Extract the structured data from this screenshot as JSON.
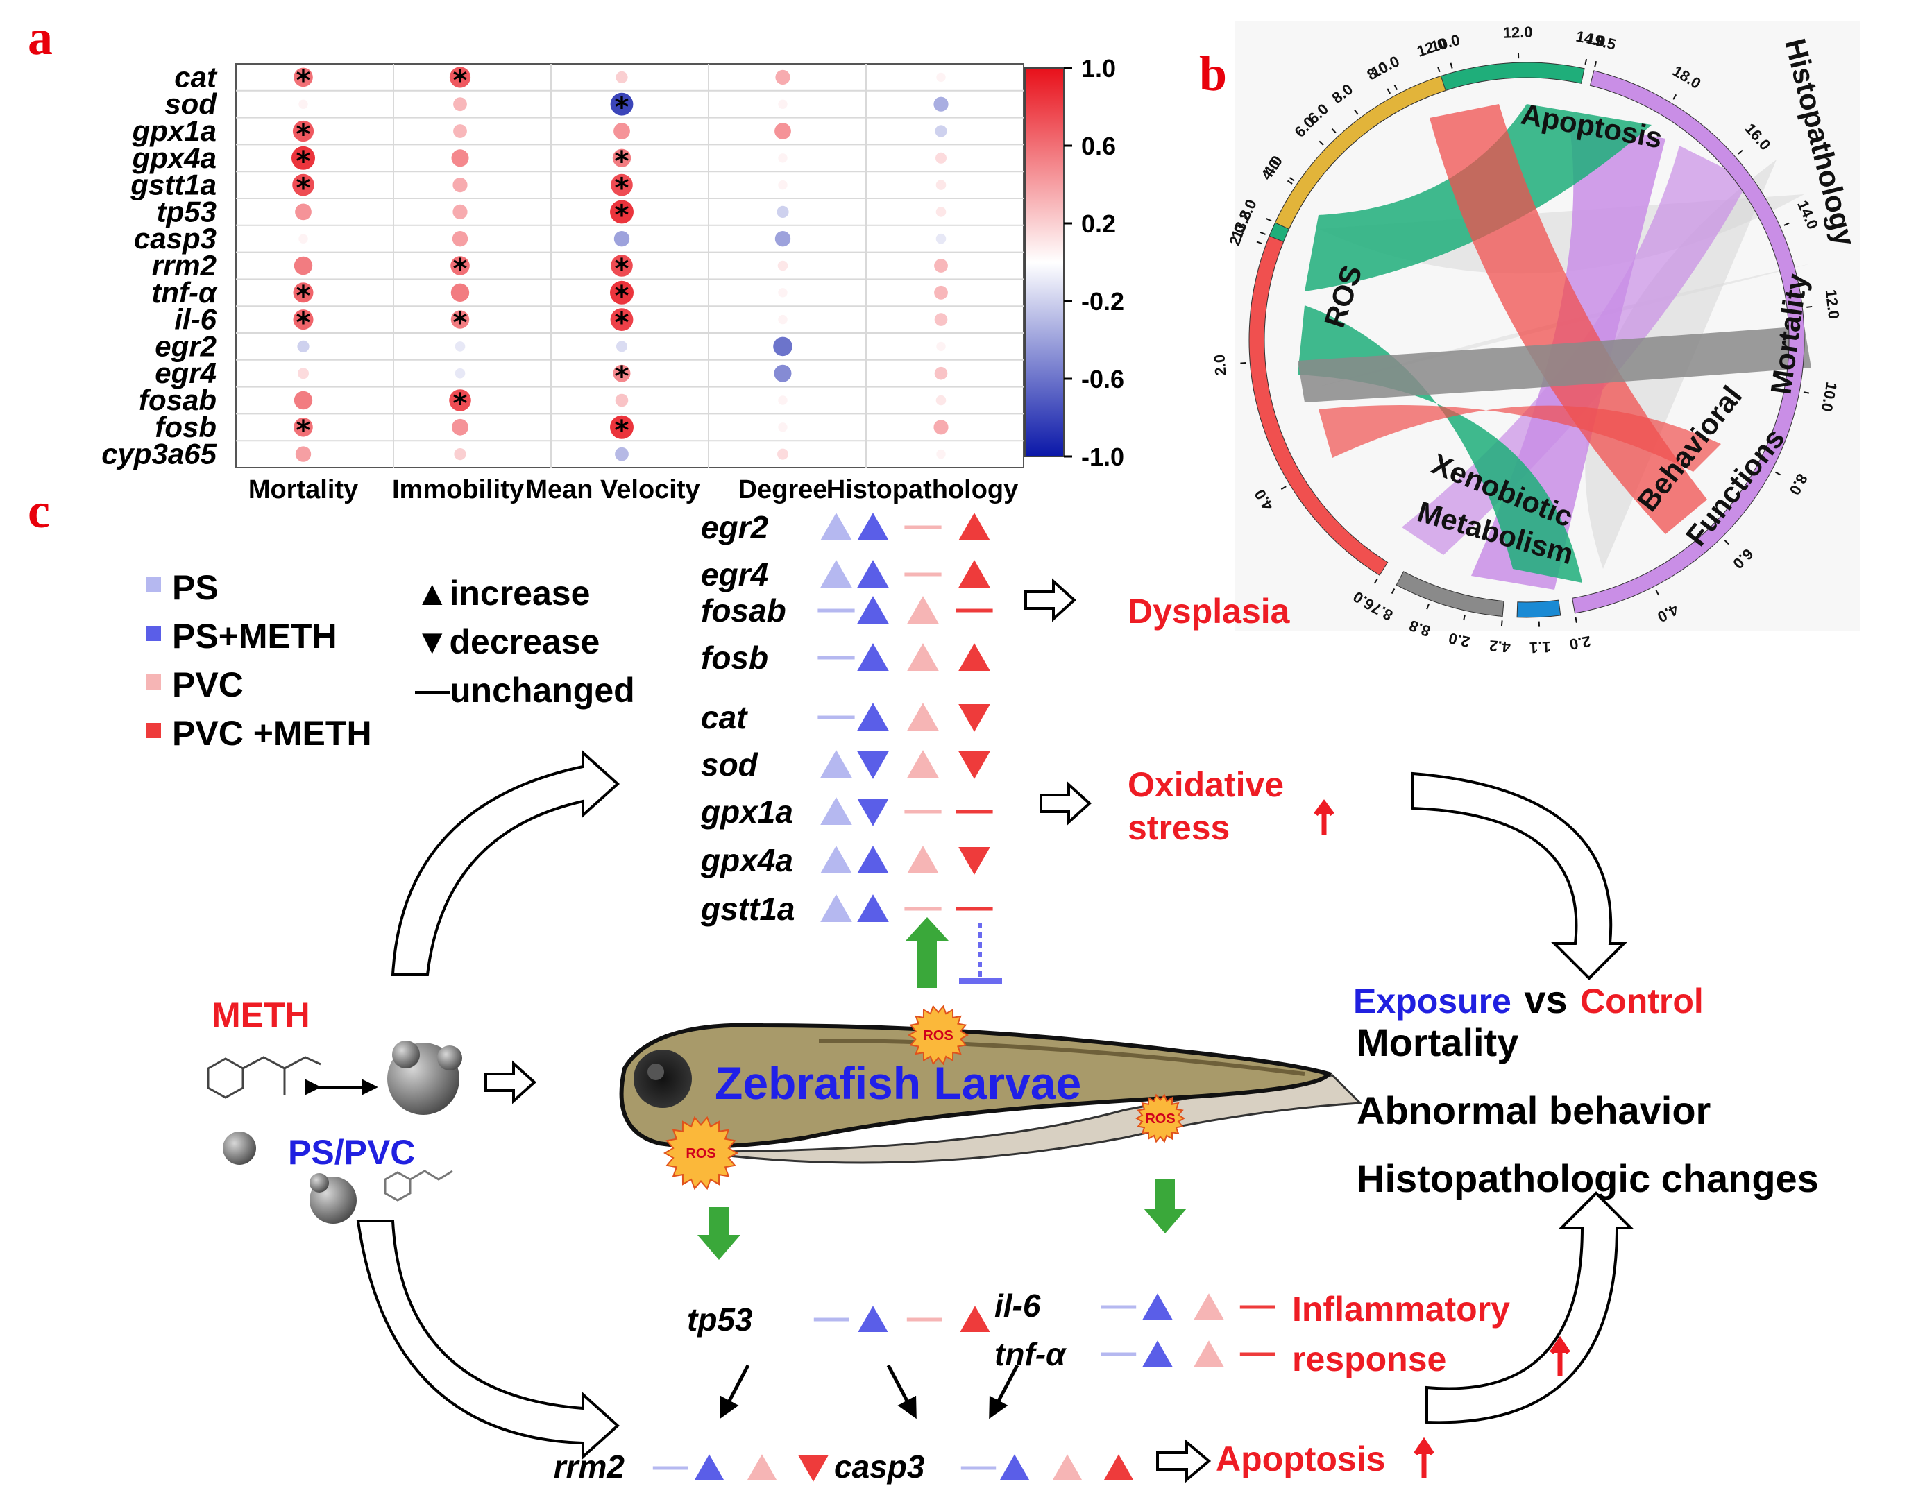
{
  "panels": {
    "a": "a",
    "b": "b",
    "c": "c"
  },
  "panel_a": {
    "genes": [
      "cat",
      "sod",
      "gpx1a",
      "gpx4a",
      "gstt1a",
      "tp53",
      "casp3",
      "rrm2",
      "tnf-α",
      "il-6",
      "egr2",
      "egr4",
      "fosab",
      "fosb",
      "cyp3a65"
    ],
    "columns": [
      "Mortality",
      "Immobility",
      "Mean Velocity",
      "Degree",
      "Histopathology"
    ],
    "colorbar_ticks": [
      "1.0",
      "0.6",
      "0.2",
      "-0.2",
      "-0.6",
      "-1.0"
    ],
    "star": "*"
  },
  "chart_data": {
    "type": "heatmap",
    "rows": [
      "cat",
      "sod",
      "gpx1a",
      "gpx4a",
      "gstt1a",
      "tp53",
      "casp3",
      "rrm2",
      "tnf-α",
      "il-6",
      "egr2",
      "egr4",
      "fosab",
      "fosb",
      "cyp3a65"
    ],
    "columns": [
      "Mortality",
      "Immobility",
      "Mean Velocity",
      "Degree",
      "Histopathology"
    ],
    "values": [
      [
        0.6,
        0.7,
        0.2,
        0.35,
        0.05
      ],
      [
        0.05,
        0.3,
        -0.8,
        0.05,
        -0.35
      ],
      [
        0.7,
        0.3,
        0.45,
        0.45,
        -0.2
      ],
      [
        0.85,
        0.5,
        0.55,
        0.05,
        0.15
      ],
      [
        0.75,
        0.35,
        0.75,
        0.05,
        0.1
      ],
      [
        0.45,
        0.35,
        0.85,
        -0.2,
        0.1
      ],
      [
        0.05,
        0.4,
        -0.4,
        -0.4,
        -0.1
      ],
      [
        0.55,
        0.6,
        0.75,
        0.1,
        0.3
      ],
      [
        0.65,
        0.55,
        0.85,
        0.05,
        0.3
      ],
      [
        0.65,
        0.55,
        0.8,
        0.05,
        0.25
      ],
      [
        -0.2,
        -0.1,
        -0.15,
        -0.6,
        0.05
      ],
      [
        0.15,
        -0.1,
        0.5,
        -0.5,
        0.25
      ],
      [
        0.55,
        0.75,
        0.25,
        0.05,
        0.1
      ],
      [
        0.6,
        0.45,
        0.85,
        0.05,
        0.35
      ],
      [
        0.4,
        0.2,
        -0.3,
        0.15,
        0.05
      ]
    ],
    "significant": [
      [
        true,
        true,
        false,
        false,
        false
      ],
      [
        false,
        false,
        true,
        false,
        false
      ],
      [
        true,
        false,
        false,
        false,
        false
      ],
      [
        true,
        false,
        true,
        false,
        false
      ],
      [
        true,
        false,
        true,
        false,
        false
      ],
      [
        false,
        false,
        true,
        false,
        false
      ],
      [
        false,
        false,
        false,
        false,
        false
      ],
      [
        false,
        true,
        true,
        false,
        false
      ],
      [
        true,
        false,
        true,
        false,
        false
      ],
      [
        true,
        true,
        true,
        false,
        false
      ],
      [
        false,
        false,
        false,
        false,
        false
      ],
      [
        false,
        false,
        true,
        false,
        false
      ],
      [
        false,
        true,
        false,
        false,
        false
      ],
      [
        true,
        false,
        true,
        false,
        false
      ],
      [
        false,
        false,
        false,
        false,
        false
      ]
    ],
    "color_range": [
      -1.0,
      1.0
    ],
    "colors": {
      "negative": "#0a17a8",
      "zero": "#ffffff",
      "positive": "#e8101a"
    }
  },
  "panel_b": {
    "sectors": [
      {
        "name": "ROS",
        "color": "#1fae7a",
        "ticks": [
          "2.0",
          "4.0",
          "6.0",
          "8.0",
          "10.0",
          "12.0",
          "14.0"
        ]
      },
      {
        "name": "Apoptosis",
        "color": "#c98ee6",
        "ticks": [
          "19.5",
          "18.0",
          "16.0",
          "14.0",
          "12.0",
          "10.0",
          "8.0",
          "6.0",
          "4.0",
          "2.0"
        ]
      },
      {
        "name": "Histopathology",
        "color": "#1a8ad4",
        "ticks": [
          "1.1"
        ]
      },
      {
        "name": "Mortality",
        "color": "#8a8a8a",
        "ticks": [
          "4.2",
          "2.0",
          "8.8",
          "8.7"
        ]
      },
      {
        "name": "Behavioral Functions",
        "color": "#f0504f",
        "ticks": [
          "6.0",
          "4.0",
          "2.0",
          "13.8"
        ]
      },
      {
        "name": "Xenobiotic Metabolism",
        "color": "#e2b43a",
        "ticks": [
          "2.0",
          "4.0",
          "6.0",
          "8.0",
          "10.0",
          "12.0"
        ]
      }
    ],
    "label_apoptosis": "Apoptosis",
    "label_histopathology": "Histopathology",
    "label_mortality": "Mortality",
    "label_ros": "ROS",
    "label_behavioral": "Behavioral",
    "label_functions": "Functions",
    "label_xenobiotic": "Xenobiotic",
    "label_metabolism": "Metabolism"
  },
  "panel_c": {
    "legend": {
      "groups": [
        {
          "label": "PS",
          "color": "#b5b8f0"
        },
        {
          "label": "PS+METH",
          "color": "#5a5ee8"
        },
        {
          "label": "PVC",
          "color": "#f6b5b5"
        },
        {
          "label": "PVC +METH",
          "color": "#ee3b3b"
        }
      ],
      "increase": "▲increase",
      "decrease": "▼decrease",
      "unchanged": "—unchanged"
    },
    "top_genes": [
      {
        "gene": "egr2",
        "marks": [
          "up",
          "up",
          "flat",
          "up"
        ]
      },
      {
        "gene": "egr4",
        "marks": [
          "up",
          "up",
          "flat",
          "up"
        ]
      },
      {
        "gene": "fosab",
        "marks": [
          "flat",
          "up",
          "up",
          "flat"
        ]
      },
      {
        "gene": "fosb",
        "marks": [
          "flat",
          "up",
          "up",
          "up"
        ]
      },
      {
        "gene": "cat",
        "marks": [
          "flat",
          "up",
          "up",
          "down"
        ]
      },
      {
        "gene": "sod",
        "marks": [
          "up",
          "down",
          "up",
          "down"
        ]
      },
      {
        "gene": "gpx1a",
        "marks": [
          "up",
          "down",
          "flat",
          "flat"
        ]
      },
      {
        "gene": "gpx4a",
        "marks": [
          "up",
          "up",
          "up",
          "down"
        ]
      },
      {
        "gene": "gstt1a",
        "marks": [
          "up",
          "up",
          "flat",
          "flat"
        ]
      }
    ],
    "dysplasia": "Dysplasia",
    "oxidative_1": "Oxidative",
    "oxidative_2": "stress",
    "exposure": "Exposure",
    "vs": "vs",
    "control": "Control",
    "outcomes": [
      "Mortality",
      "Abnormal behavior",
      "Histopathologic changes"
    ],
    "meth": "METH",
    "ps_pvc": "PS/PVC",
    "zebrafish": "Zebrafish Larvae",
    "ros": "ROS",
    "tp53": {
      "gene": "tp53",
      "marks": [
        "flat",
        "up",
        "flat",
        "up"
      ]
    },
    "il6": {
      "gene": "il-6",
      "marks": [
        "flat",
        "up",
        "up",
        "flat"
      ]
    },
    "tnfa": {
      "gene": "tnf-α",
      "marks": [
        "flat",
        "up",
        "up",
        "flat"
      ]
    },
    "inflammatory_1": "Inflammatory",
    "inflammatory_2": "response",
    "rrm2": {
      "gene": "rrm2",
      "marks": [
        "flat",
        "up",
        "up",
        "down"
      ]
    },
    "casp3": {
      "gene": "casp3",
      "marks": [
        "flat",
        "up",
        "up",
        "up"
      ]
    },
    "apoptosis": "Apoptosis"
  }
}
